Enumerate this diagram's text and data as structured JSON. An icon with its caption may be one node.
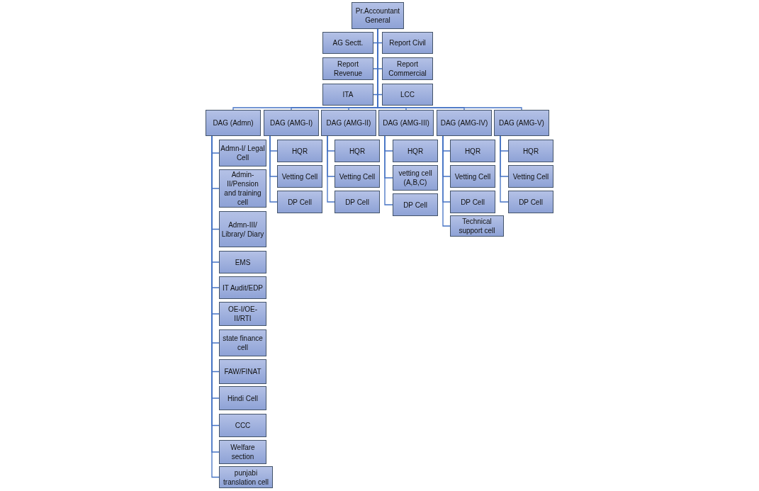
{
  "diagram": {
    "nodes": [
      {
        "text": [
          "Pr.Accountant General"
        ]
      },
      {
        "text": [
          "AG Sectt."
        ]
      },
      {
        "text": [
          "Report Civil"
        ]
      },
      {
        "text": [
          "Report Revenue"
        ]
      },
      {
        "text": [
          "Report Commercial"
        ]
      },
      {
        "text": [
          "ITA"
        ]
      },
      {
        "text": [
          "LCC"
        ]
      },
      {
        "text": [
          "DAG (Admn)"
        ]
      },
      {
        "text": [
          "DAG (AMG-I)"
        ]
      },
      {
        "text": [
          "DAG (AMG-II)"
        ]
      },
      {
        "text": [
          "DAG (AMG-III)"
        ]
      },
      {
        "text": [
          "DAG (AMG-IV)"
        ]
      },
      {
        "text": [
          "DAG (AMG-V)"
        ]
      },
      {
        "text": [
          "Admn-I/ Legal Cell"
        ]
      },
      {
        "text": [
          "Admin-II/Pension and training cell"
        ]
      },
      {
        "text": [
          "Admn-III/ Library/ Diary"
        ]
      },
      {
        "text": [
          "EMS"
        ]
      },
      {
        "text": [
          "IT Audit/EDP"
        ]
      },
      {
        "text": [
          "OE-I/OE-II/RTI"
        ]
      },
      {
        "text": [
          "state finance cell"
        ]
      },
      {
        "text": [
          "FAW/FINAT"
        ]
      },
      {
        "text": [
          "Hindi Cell"
        ]
      },
      {
        "text": [
          "CCC"
        ]
      },
      {
        "text": [
          "Welfare section"
        ]
      },
      {
        "text": [
          "punjabi translation cell"
        ]
      },
      {
        "text": [
          "HQR"
        ]
      },
      {
        "text": [
          "Vetting Cell"
        ]
      },
      {
        "text": [
          "DP Cell"
        ]
      },
      {
        "text": [
          "HQR"
        ]
      },
      {
        "text": [
          "Vetting Cell"
        ]
      },
      {
        "text": [
          "DP Cell"
        ]
      },
      {
        "text": [
          "HQR"
        ]
      },
      {
        "text": [
          "vetting cell (A,B,C)"
        ]
      },
      {
        "text": [
          "DP Cell"
        ]
      },
      {
        "text": [
          "HQR"
        ]
      },
      {
        "text": [
          "Vetting Cell"
        ]
      },
      {
        "text": [
          "DP Cell"
        ]
      },
      {
        "text": [
          "Technical support cell"
        ]
      },
      {
        "text": [
          "HQR"
        ]
      },
      {
        "text": [
          "Vetting Cell"
        ]
      },
      {
        "text": [
          "DP Cell"
        ]
      }
    ],
    "edges": [
      {
        "from": 0,
        "to": 1,
        "arrow": "none"
      },
      {
        "from": 0,
        "to": 2,
        "arrow": "none"
      },
      {
        "from": 0,
        "to": 3,
        "arrow": "none"
      },
      {
        "from": 0,
        "to": 4,
        "arrow": "none"
      },
      {
        "from": 0,
        "to": 5,
        "arrow": "none"
      },
      {
        "from": 0,
        "to": 6,
        "arrow": "none"
      },
      {
        "from": 0,
        "to": 7,
        "arrow": "none"
      },
      {
        "from": 0,
        "to": 8,
        "arrow": "none"
      },
      {
        "from": 0,
        "to": 9,
        "arrow": "none"
      },
      {
        "from": 0,
        "to": 10,
        "arrow": "none"
      },
      {
        "from": 0,
        "to": 11,
        "arrow": "none"
      },
      {
        "from": 0,
        "to": 12,
        "arrow": "none"
      },
      {
        "from": 7,
        "to": 13,
        "arrow": "none"
      },
      {
        "from": 7,
        "to": 14,
        "arrow": "none"
      },
      {
        "from": 7,
        "to": 15,
        "arrow": "none"
      },
      {
        "from": 7,
        "to": 16,
        "arrow": "none"
      },
      {
        "from": 7,
        "to": 17,
        "arrow": "none"
      },
      {
        "from": 7,
        "to": 18,
        "arrow": "none"
      },
      {
        "from": 7,
        "to": 19,
        "arrow": "none"
      },
      {
        "from": 7,
        "to": 20,
        "arrow": "none"
      },
      {
        "from": 7,
        "to": 21,
        "arrow": "none"
      },
      {
        "from": 7,
        "to": 22,
        "arrow": "none"
      },
      {
        "from": 7,
        "to": 23,
        "arrow": "none"
      },
      {
        "from": 7,
        "to": 24,
        "arrow": "none"
      },
      {
        "from": 8,
        "to": 25,
        "arrow": "none"
      },
      {
        "from": 8,
        "to": 26,
        "arrow": "none"
      },
      {
        "from": 8,
        "to": 27,
        "arrow": "none"
      },
      {
        "from": 9,
        "to": 28,
        "arrow": "none"
      },
      {
        "from": 9,
        "to": 29,
        "arrow": "none"
      },
      {
        "from": 9,
        "to": 30,
        "arrow": "none"
      },
      {
        "from": 10,
        "to": 31,
        "arrow": "none"
      },
      {
        "from": 10,
        "to": 32,
        "arrow": "none"
      },
      {
        "from": 10,
        "to": 33,
        "arrow": "none"
      },
      {
        "from": 11,
        "to": 34,
        "arrow": "none"
      },
      {
        "from": 11,
        "to": 35,
        "arrow": "none"
      },
      {
        "from": 11,
        "to": 36,
        "arrow": "none"
      },
      {
        "from": 11,
        "to": 37,
        "arrow": "none"
      },
      {
        "from": 12,
        "to": 38,
        "arrow": "none"
      },
      {
        "from": 12,
        "to": 39,
        "arrow": "none"
      },
      {
        "from": 12,
        "to": 40,
        "arrow": "none"
      }
    ]
  }
}
